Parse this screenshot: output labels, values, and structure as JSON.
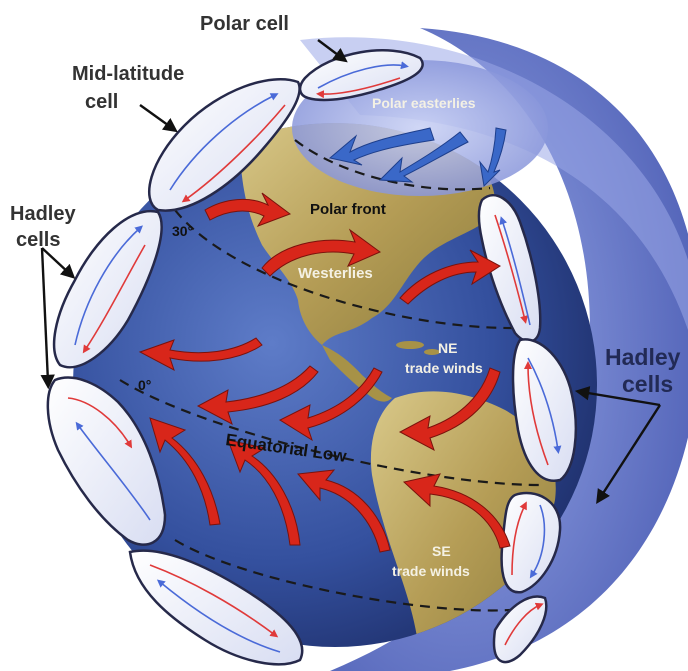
{
  "labels": {
    "polar_cell": "Polar cell",
    "mid_latitude_line1": "Mid-latitude",
    "mid_latitude_line2": "cell",
    "hadley_left_line1": "Hadley",
    "hadley_left_line2": "cells",
    "hadley_right_line1": "Hadley",
    "hadley_right_line2": "cells",
    "polar_easterlies": "Polar easterlies",
    "polar_front": "Polar front",
    "westerlies": "Westerlies",
    "ne_trade_line1": "NE",
    "ne_trade_line2": "trade winds",
    "se_trade_line1": "SE",
    "se_trade_line2": "trade winds",
    "equatorial_low": "Equatorial Low",
    "lat_30": "30°",
    "lat_0": "0°"
  },
  "colors": {
    "ocean": "#3a57a8",
    "land": "#c9b46a",
    "wind_arrow": "#d8261a",
    "easterly_arrow": "#3a68c8",
    "cell_fill": "#e9ecf8",
    "cell_blue_flow": "#4a6ad8",
    "cell_red_flow": "#e03a3a",
    "watermark": "#5a6ac0"
  },
  "icons": [
    "red-curved-arrow",
    "blue-curved-arrow",
    "convection-cell-loop"
  ]
}
